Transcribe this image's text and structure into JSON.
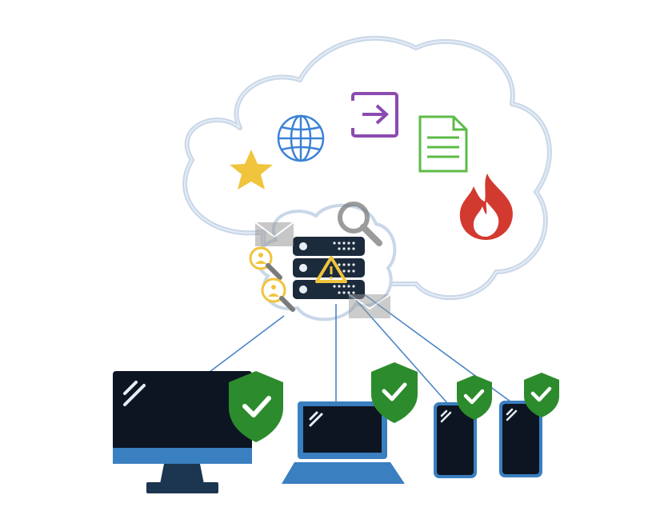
{
  "diagram": {
    "colors": {
      "cloud_outline": "#c9d7e8",
      "server": "#1c2b3c",
      "server_light": "#e8eef5",
      "device_body": "#0d1522",
      "device_blue": "#3a7fc0",
      "connector": "#4a86c5",
      "shield": "#2c8b2c",
      "star": "#f0c43c",
      "globe": "#3b82d6",
      "login": "#8b4bb0",
      "document": "#5dbb47",
      "fire": "#d23a30",
      "warning": "#f0c43c",
      "magnifier": "#8a8a8a"
    },
    "cloud_icons": [
      "star-icon",
      "globe-icon",
      "login-icon",
      "document-icon",
      "fire-icon"
    ],
    "server_icons": [
      "envelope-icon",
      "magnifier-icon",
      "warning-icon",
      "user-alert-icon"
    ],
    "devices": [
      "desktop-monitor",
      "laptop",
      "phone",
      "phone"
    ],
    "protection_icon": "shield-check-icon"
  }
}
